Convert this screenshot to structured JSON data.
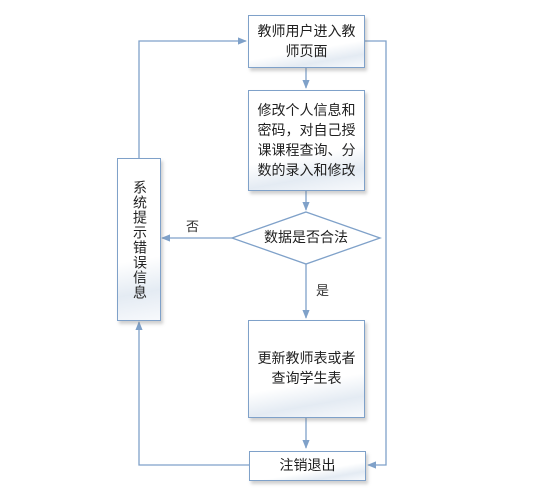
{
  "nodes": {
    "enter": "教师用户进入教师页面",
    "modify": "修改个人信息和密码，对自己授课课程查询、分数的录入和修改",
    "decision": "数据是否合法",
    "update": "更新教师表或者查询学生表",
    "logout": "注销退出",
    "error": "系统提示错误信息"
  },
  "edges": {
    "no": "否",
    "yes": "是"
  },
  "colors": {
    "line": "#7fa1c9",
    "border": "#7fa1c9"
  }
}
